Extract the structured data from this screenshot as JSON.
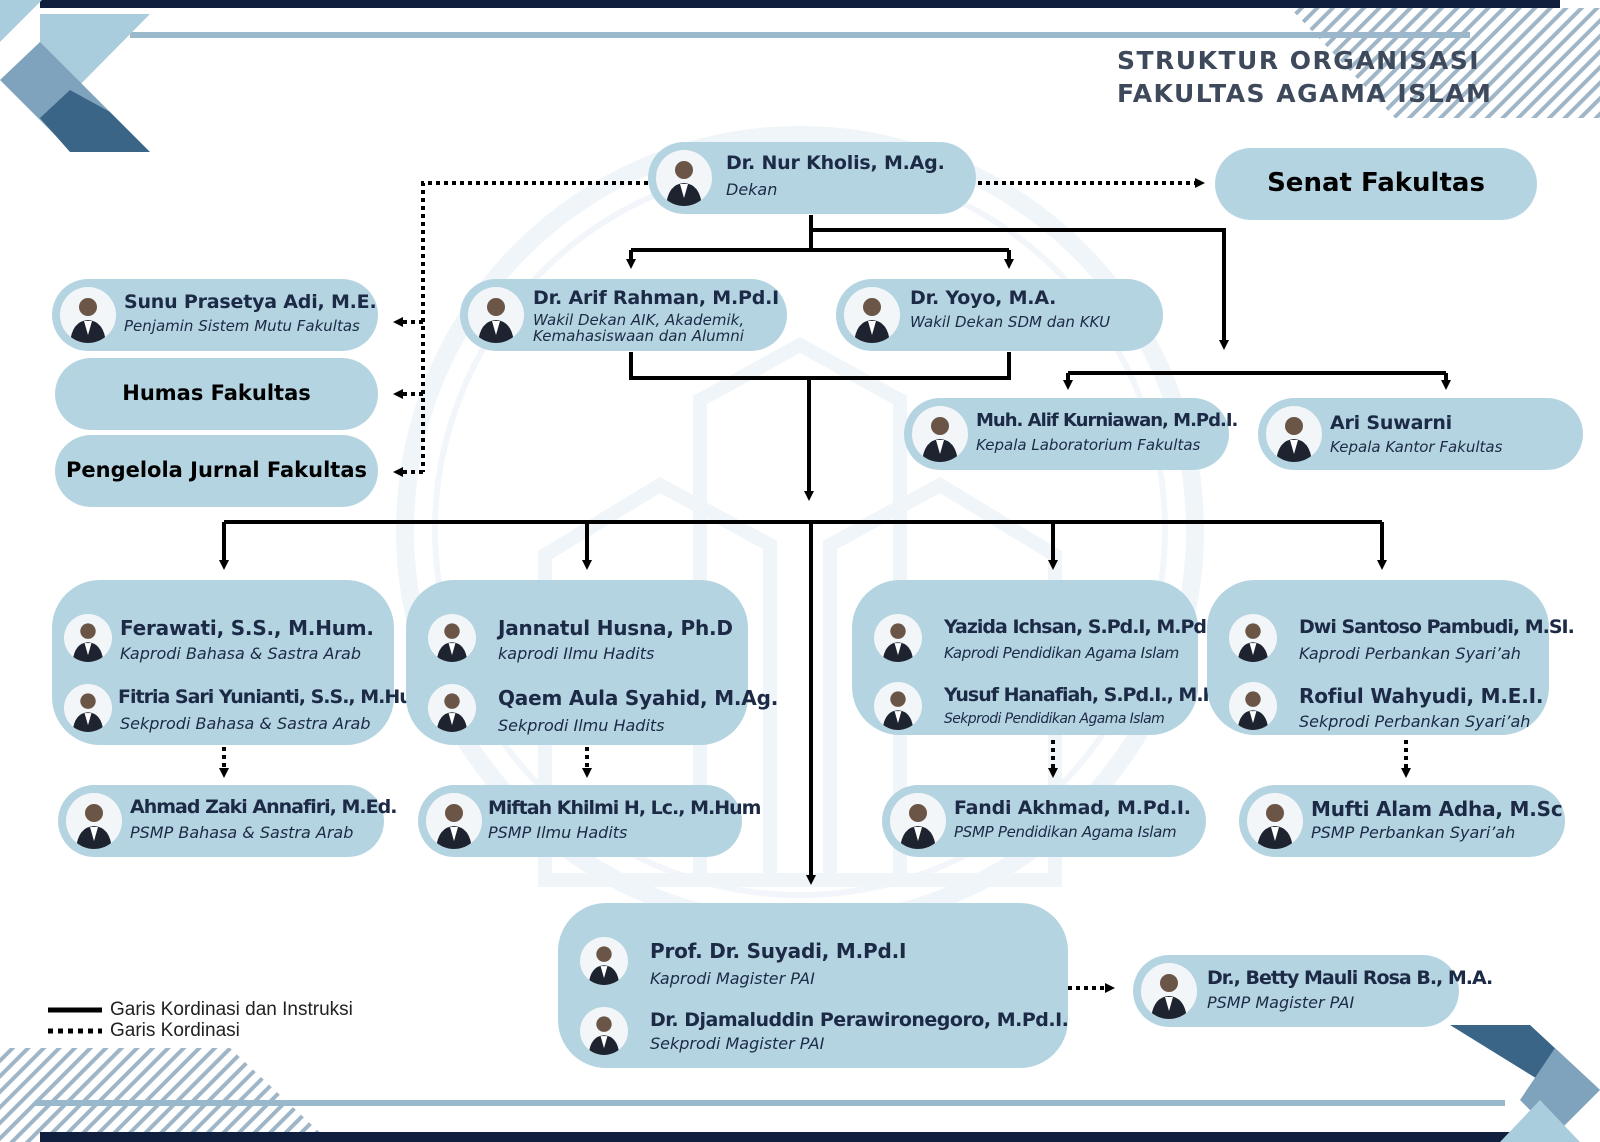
{
  "header": {
    "title_line1": "STRUKTUR ORGANISASI",
    "title_line2": "FAKULTAS AGAMA ISLAM"
  },
  "dean": {
    "name": "Dr. Nur Kholis, M.Ag.",
    "role": "Dekan"
  },
  "senat": {
    "label": "Senat Fakultas"
  },
  "left_units": {
    "quality": {
      "name": "Sunu Prasetya Adi, M.E.",
      "role": "Penjamin Sistem Mutu Fakultas"
    },
    "humas": {
      "label": "Humas Fakultas"
    },
    "jurnal": {
      "label": "Pengelola Jurnal Fakultas"
    }
  },
  "vice_deans": {
    "arif": {
      "name": "Dr. Arif Rahman, M.Pd.I",
      "role_line1": "Wakil Dekan AIK, Akademik,",
      "role_line2": "Kemahasiswaan dan Alumni"
    },
    "yoyo": {
      "name": "Dr. Yoyo, M.A.",
      "role": "Wakil Dekan SDM dan KKU"
    }
  },
  "support": {
    "lab": {
      "name": "Muh. Alif Kurniawan, M.Pd.I.",
      "role": "Kepala Laboratorium Fakultas"
    },
    "office": {
      "name": "Ari Suwarni",
      "role": "Kepala Kantor Fakultas"
    }
  },
  "programs": {
    "arab": {
      "head_name": "Ferawati, S.S., M.Hum.",
      "head_role": "Kaprodi Bahasa & Sastra Arab",
      "sec_name": "Fitria Sari Yunianti, S.S., M.Hum.",
      "sec_role": "Sekprodi Bahasa & Sastra Arab",
      "psmp_name": "Ahmad Zaki Annafiri, M.Ed.",
      "psmp_role": "PSMP Bahasa & Sastra Arab"
    },
    "hadits": {
      "head_name": "Jannatul Husna, Ph.D",
      "head_role": "kaprodi Ilmu Hadits",
      "sec_name": "Qaem Aula Syahid, M.Ag.",
      "sec_role": "Sekprodi Ilmu Hadits",
      "psmp_name": "Miftah Khilmi H, Lc., M.Hum",
      "psmp_role": "PSMP Ilmu Hadits"
    },
    "pai": {
      "head_name": "Yazida Ichsan, S.Pd.I, M.Pd",
      "head_role": "Kaprodi Pendidikan Agama Islam",
      "sec_name": "Yusuf Hanafiah, S.Pd.I., M.Pd.",
      "sec_role": "Sekprodi Pendidikan Agama Islam",
      "psmp_name": "Fandi Akhmad, M.Pd.I.",
      "psmp_role": "PSMP Pendidikan Agama Islam"
    },
    "perbankan": {
      "head_name": "Dwi Santoso Pambudi, M.SI.",
      "head_role": "Kaprodi Perbankan Syari’ah",
      "sec_name": "Rofiul Wahyudi, M.E.I.",
      "sec_role": "Sekprodi Perbankan Syari’ah",
      "psmp_name": "Mufti Alam Adha, M.Sc",
      "psmp_role": "PSMP Perbankan Syari’ah"
    },
    "magister": {
      "head_name": "Prof. Dr. Suyadi, M.Pd.I",
      "head_role": "Kaprodi Magister PAI",
      "sec_name": "Dr. Djamaluddin Perawironegoro, M.Pd.I.",
      "sec_role": "Sekprodi Magister PAI",
      "psmp_name": "Dr., Betty Mauli Rosa B., M.A.",
      "psmp_role": "PSMP Magister PAI"
    }
  },
  "legend": {
    "solid": "Garis Kordinasi dan Instruksi",
    "dotted": "Garis Kordinasi"
  },
  "colors": {
    "card": "#b5d4e1",
    "navy": "#0f1f3d",
    "accent_dark": "#3b6586",
    "accent_light": "#a9cddc"
  }
}
